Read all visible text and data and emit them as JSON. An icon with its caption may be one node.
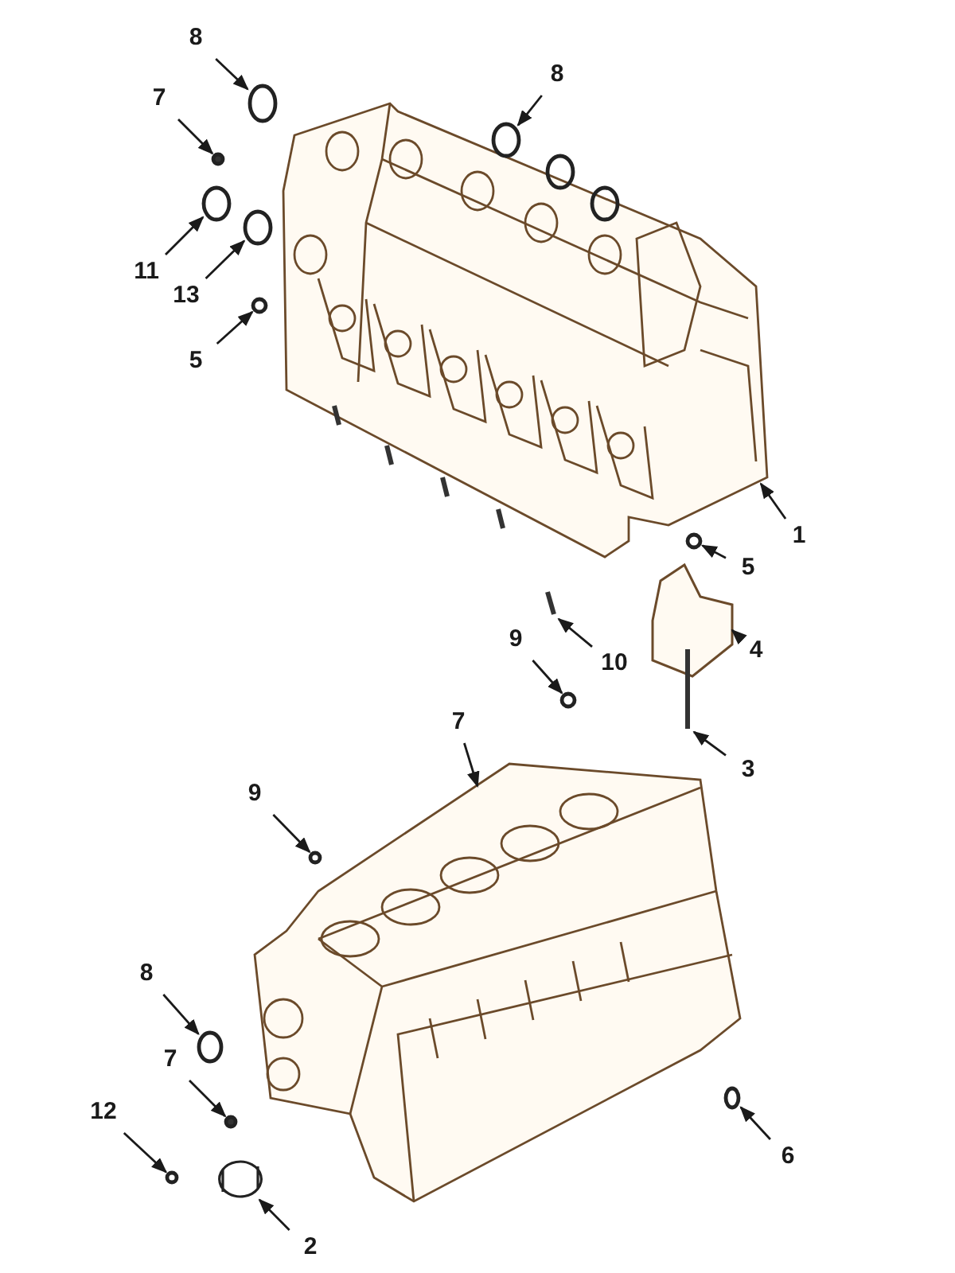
{
  "diagram": {
    "nodes": [
      {
        "text": [
          "8"
        ]
      },
      {
        "text": [
          "8"
        ]
      },
      {
        "text": [
          "7"
        ]
      },
      {
        "text": [
          "11"
        ]
      },
      {
        "text": [
          "13"
        ]
      },
      {
        "text": [
          "5"
        ]
      },
      {
        "text": [
          "1"
        ]
      },
      {
        "text": [
          "5"
        ]
      },
      {
        "text": [
          "4"
        ]
      },
      {
        "text": [
          "9"
        ]
      },
      {
        "text": [
          "10"
        ]
      },
      {
        "text": [
          "7"
        ]
      },
      {
        "text": [
          "3"
        ]
      },
      {
        "text": [
          "9"
        ]
      },
      {
        "text": [
          "8"
        ]
      },
      {
        "text": [
          "7"
        ]
      },
      {
        "text": [
          "12"
        ]
      },
      {
        "text": [
          "6"
        ]
      },
      {
        "text": [
          "2"
        ]
      },
      {
        "text": [],
        "shape": "circle"
      },
      {
        "text": [],
        "shape": "circle"
      },
      {
        "text": [],
        "shape": "circle"
      },
      {
        "text": [],
        "shape": "circle"
      },
      {
        "text": [],
        "shape": "circle"
      },
      {
        "text": [],
        "shape": "circle"
      },
      {
        "text": [],
        "shape": "picture"
      },
      {
        "text": [],
        "shape": "circle"
      },
      {
        "text": [],
        "shape": "picture"
      },
      {
        "text": [],
        "shape": "circle"
      },
      {
        "text": [],
        "shape": "bar"
      },
      {
        "text": [],
        "shape": "picture"
      },
      {
        "text": [],
        "shape": "bar"
      },
      {
        "text": [],
        "shape": "circle"
      },
      {
        "text": [],
        "shape": "circle"
      },
      {
        "text": [],
        "shape": "circle"
      },
      {
        "text": [],
        "shape": "circle"
      },
      {
        "text": [],
        "shape": "circle"
      },
      {
        "text": [],
        "shape": "cylinder"
      }
    ],
    "edges": [
      {
        "from": 0,
        "to": 19,
        "arrow": "to"
      },
      {
        "from": 1,
        "to": 20,
        "arrow": "to"
      },
      {
        "from": 2,
        "to": 21,
        "arrow": "to"
      },
      {
        "from": 3,
        "to": 22,
        "arrow": "to"
      },
      {
        "from": 4,
        "to": 23,
        "arrow": "to"
      },
      {
        "from": 5,
        "to": 24,
        "arrow": "to"
      },
      {
        "from": 6,
        "to": 25,
        "arrow": "to"
      },
      {
        "from": 7,
        "to": 26,
        "arrow": "to"
      },
      {
        "from": 8,
        "to": 27,
        "arrow": "to"
      },
      {
        "from": 9,
        "to": 28,
        "arrow": "to"
      },
      {
        "from": 10,
        "to": 29,
        "arrow": "to"
      },
      {
        "from": 11,
        "to": 30,
        "arrow": "to"
      },
      {
        "from": 12,
        "to": 31,
        "arrow": "to"
      },
      {
        "from": 13,
        "to": 32,
        "arrow": "to"
      },
      {
        "from": 14,
        "to": 33,
        "arrow": "to"
      },
      {
        "from": 15,
        "to": 34,
        "arrow": "to"
      },
      {
        "from": 16,
        "to": 35,
        "arrow": "to"
      },
      {
        "from": 17,
        "to": 36,
        "arrow": "to"
      },
      {
        "from": 18,
        "to": 37,
        "arrow": "to"
      }
    ]
  }
}
